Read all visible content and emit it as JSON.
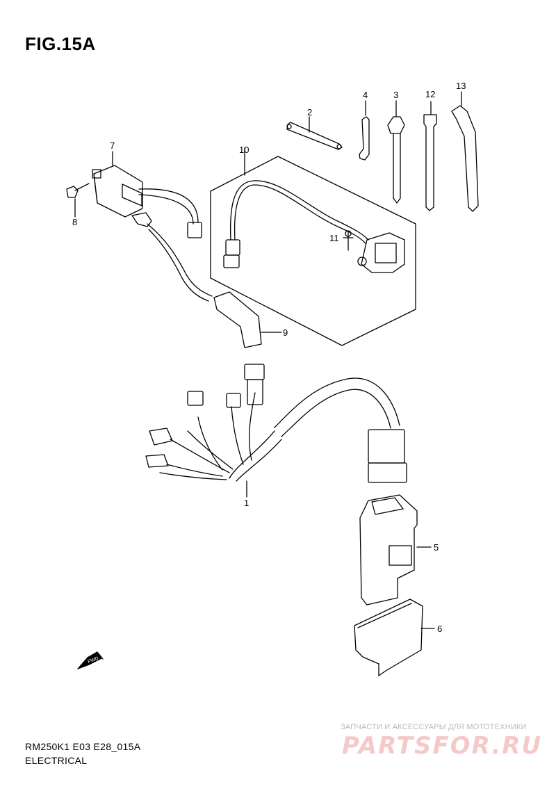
{
  "figure": {
    "title": "FIG.15A"
  },
  "callouts": [
    "1",
    "2",
    "3",
    "4",
    "5",
    "6",
    "7",
    "8",
    "9",
    "10",
    "11",
    "12",
    "13"
  ],
  "footer": {
    "model_code": "RM250K1 E03 E28_015A",
    "section": "ELECTRICAL"
  },
  "fwd_label": "FWD",
  "watermark": {
    "tagline": "ЗАПЧАСТИ И АКСЕССУАРЫ ДЛЯ МОТОТЕХНИКИ",
    "brand": "PARTSFOR.RU"
  }
}
